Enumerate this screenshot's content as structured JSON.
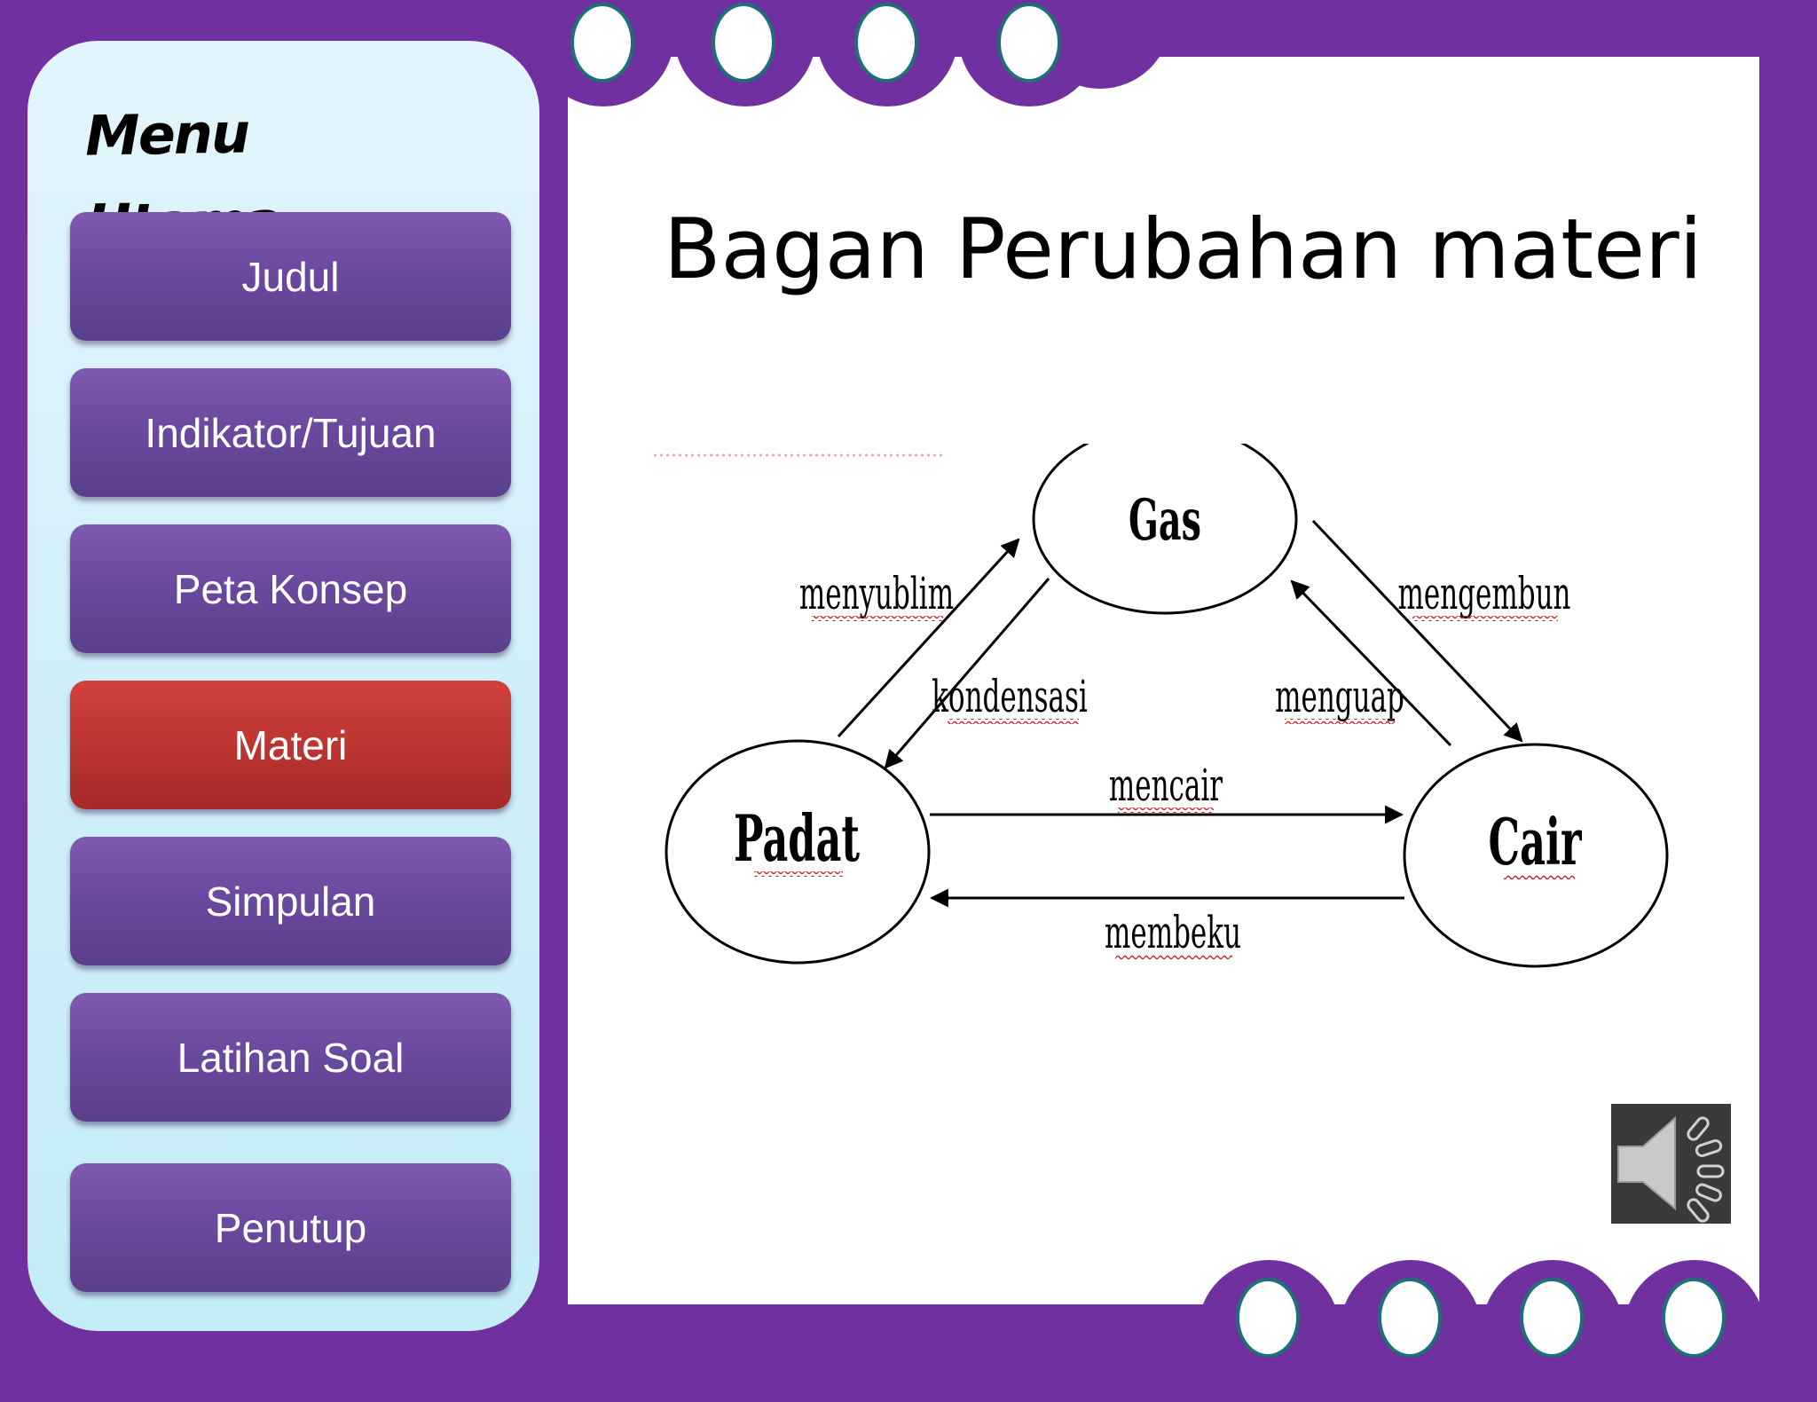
{
  "sidebar": {
    "title": "Menu Utama",
    "items": [
      {
        "label": "Judul",
        "active": false
      },
      {
        "label": "Indikator/Tujuan",
        "active": false
      },
      {
        "label": "Peta Konsep",
        "active": false
      },
      {
        "label": "Materi",
        "active": true
      },
      {
        "label": "Simpulan",
        "active": false
      },
      {
        "label": "Latihan Soal",
        "active": false
      },
      {
        "label": "Penutup",
        "active": false
      }
    ]
  },
  "slide": {
    "title": "Bagan Perubahan materi"
  },
  "diagram": {
    "nodes": {
      "gas": "Gas",
      "padat": "Padat",
      "cair": "Cair"
    },
    "transitions": {
      "menyublim": "menyublim",
      "kondensasi": "kondensasi",
      "mengembun": "mengembun",
      "menguap": "menguap",
      "mencair": "mencair",
      "membeku": "membeku"
    }
  },
  "colors": {
    "frame": "#7030a0",
    "button": "#6a4a9e",
    "active_button": "#bd3532",
    "sidebar_bg": "#d6f1fb"
  },
  "icons": {
    "speaker": "speaker-volume-icon"
  }
}
